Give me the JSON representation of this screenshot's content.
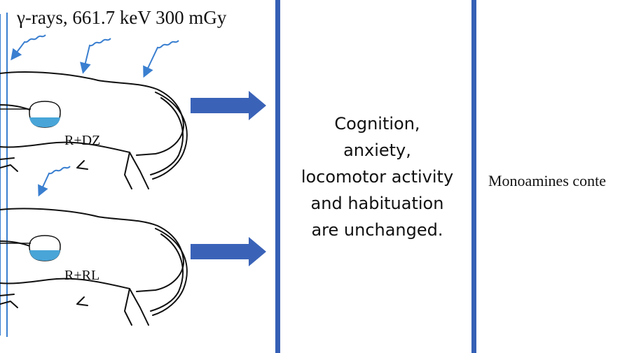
{
  "header": {
    "caption": "γ-rays, 661.7 keV 300 mGy"
  },
  "rats": [
    {
      "label": "R+DZ"
    },
    {
      "label": "R+RL"
    }
  ],
  "outcome": {
    "lines": [
      "Cognition,",
      "anxiety,",
      "locomotor activity",
      "and habituation",
      "are unchanged."
    ]
  },
  "right_panel": {
    "text": "Monoamines conte"
  },
  "colors": {
    "arrow": "#3a63b8",
    "divider": "#3560b5",
    "liquid": "#49a5d8",
    "ray": "#3a7fd0"
  }
}
